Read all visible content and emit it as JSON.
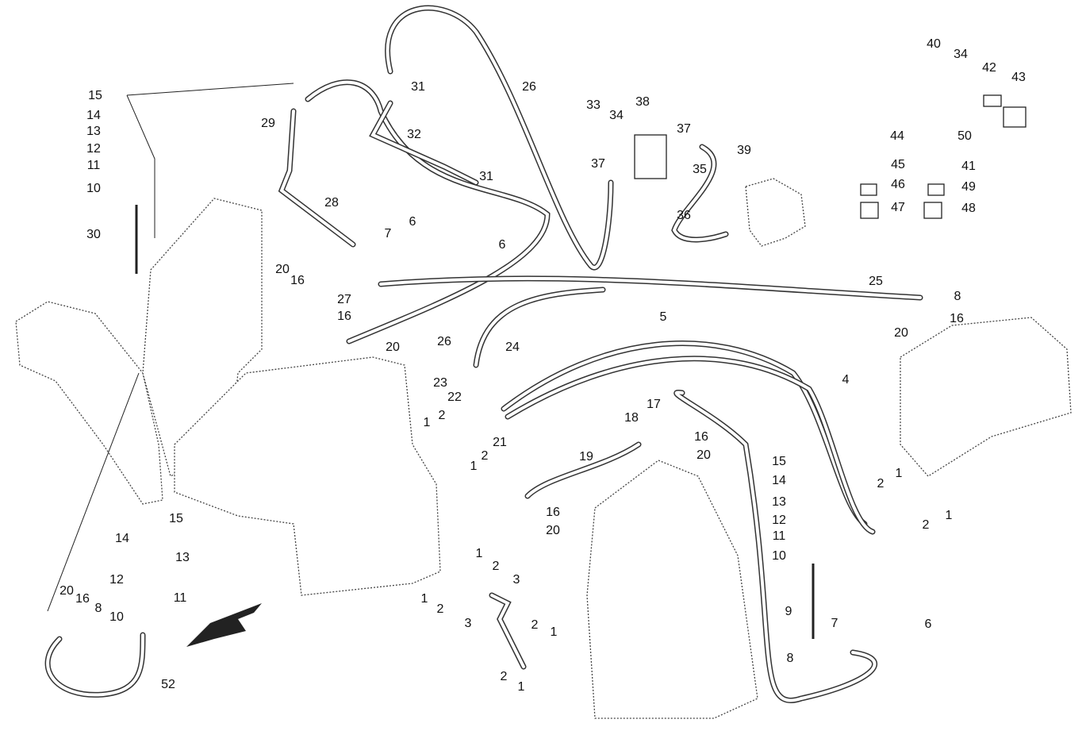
{
  "diagram": {
    "callouts": [
      "15",
      "14",
      "13",
      "12",
      "11",
      "10",
      "30",
      "29",
      "31",
      "32",
      "26",
      "28",
      "7",
      "6",
      "6",
      "20",
      "16",
      "27",
      "16",
      "20",
      "26",
      "24",
      "23",
      "22",
      "2",
      "1",
      "21",
      "2",
      "1",
      "33",
      "34",
      "38",
      "37",
      "37",
      "35",
      "39",
      "36",
      "31",
      "25",
      "8",
      "16",
      "20",
      "5",
      "4",
      "17",
      "18",
      "16",
      "20",
      "19",
      "16",
      "20",
      "15",
      "14",
      "13",
      "12",
      "11",
      "10",
      "9",
      "7",
      "8",
      "6",
      "2",
      "1",
      "2",
      "1",
      "40",
      "34",
      "42",
      "43",
      "44",
      "50",
      "45",
      "41",
      "46",
      "49",
      "47",
      "48",
      "15",
      "14",
      "13",
      "12",
      "11",
      "10",
      "20",
      "16",
      "8",
      "52",
      "1",
      "2",
      "1",
      "2",
      "3",
      "3",
      "2",
      "1",
      "2",
      "1"
    ],
    "line_color": "#222222",
    "background": "#ffffff"
  }
}
